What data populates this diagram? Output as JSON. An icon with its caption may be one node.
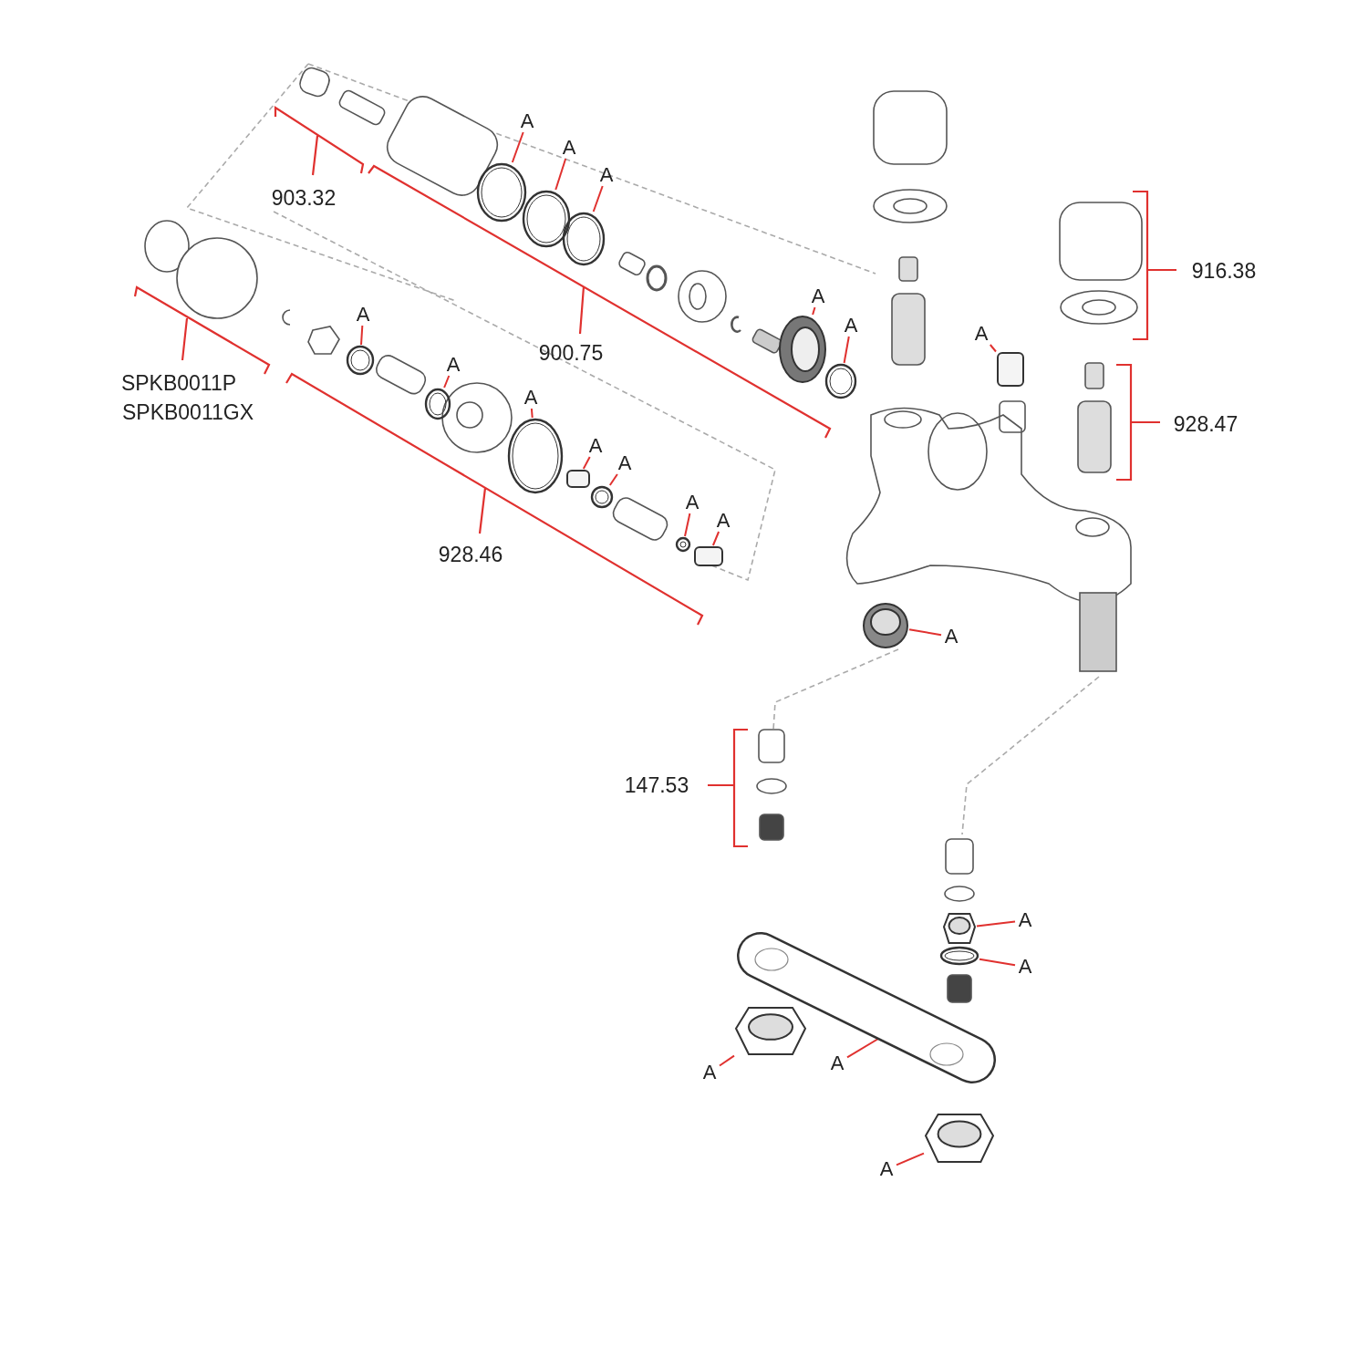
{
  "diagram": {
    "nodes": [
      {
        "text": [
          "A"
        ]
      },
      {
        "text": [],
        "shape": "picture"
      },
      {
        "text": [
          "A"
        ]
      },
      {
        "text": [],
        "shape": "picture"
      },
      {
        "text": [
          "A"
        ]
      },
      {
        "text": [],
        "shape": "picture"
      },
      {
        "text": [
          "A"
        ]
      },
      {
        "text": [],
        "shape": "picture"
      },
      {
        "text": [
          "A"
        ]
      },
      {
        "text": [],
        "shape": "picture"
      },
      {
        "text": [
          "A"
        ]
      },
      {
        "text": [],
        "shape": "picture"
      },
      {
        "text": [
          "A"
        ]
      },
      {
        "text": [],
        "shape": "picture"
      },
      {
        "text": [
          "A"
        ]
      },
      {
        "text": [],
        "shape": "picture"
      },
      {
        "text": [
          "A"
        ]
      },
      {
        "text": [],
        "shape": "box"
      },
      {
        "text": [
          "A"
        ]
      },
      {
        "text": [],
        "shape": "box"
      },
      {
        "text": [
          "A"
        ]
      },
      {
        "text": [],
        "shape": "picture"
      },
      {
        "text": [
          "A"
        ]
      },
      {
        "text": [],
        "shape": "picture"
      },
      {
        "text": [
          "A"
        ]
      },
      {
        "text": [],
        "shape": "box"
      },
      {
        "text": [
          "A"
        ]
      },
      {
        "text": [],
        "shape": "picture"
      },
      {
        "text": [
          "A"
        ]
      },
      {
        "text": [],
        "shape": "picture"
      },
      {
        "text": [
          "A"
        ]
      },
      {
        "text": [],
        "shape": "picture"
      },
      {
        "text": [
          "A"
        ]
      },
      {
        "text": [],
        "shape": "picture"
      },
      {
        "text": [
          "A"
        ]
      },
      {
        "text": [],
        "shape": "picture"
      },
      {
        "text": [
          "A"
        ]
      },
      {
        "text": [],
        "shape": "picture"
      }
    ],
    "edges": [
      {
        "from": 0,
        "to": 1,
        "arrow": "none"
      },
      {
        "from": 2,
        "to": 3,
        "arrow": "none"
      },
      {
        "from": 4,
        "to": 5,
        "arrow": "none"
      },
      {
        "from": 6,
        "to": 7,
        "arrow": "none"
      },
      {
        "from": 8,
        "to": 9,
        "arrow": "none"
      },
      {
        "from": 10,
        "to": 11,
        "arrow": "none"
      },
      {
        "from": 12,
        "to": 13,
        "arrow": "none"
      },
      {
        "from": 14,
        "to": 15,
        "arrow": "none"
      },
      {
        "from": 16,
        "to": 17,
        "arrow": "none"
      },
      {
        "from": 18,
        "to": 19,
        "arrow": "none"
      },
      {
        "from": 20,
        "to": 21,
        "arrow": "none"
      },
      {
        "from": 22,
        "to": 23,
        "arrow": "none"
      },
      {
        "from": 24,
        "to": 25,
        "arrow": "none"
      },
      {
        "from": 26,
        "to": 27,
        "arrow": "none"
      },
      {
        "from": 28,
        "to": 29,
        "arrow": "none"
      },
      {
        "from": 30,
        "to": 31,
        "arrow": "none"
      },
      {
        "from": 32,
        "to": 33,
        "arrow": "none"
      },
      {
        "from": 34,
        "to": 35,
        "arrow": "none"
      },
      {
        "from": 36,
        "to": 37,
        "arrow": "none"
      }
    ],
    "labels": [
      "903.32",
      "916.38",
      "900.75",
      "SPKB0011P",
      "SPKB0011GX",
      "928.47",
      "928.46",
      "147.53"
    ]
  }
}
